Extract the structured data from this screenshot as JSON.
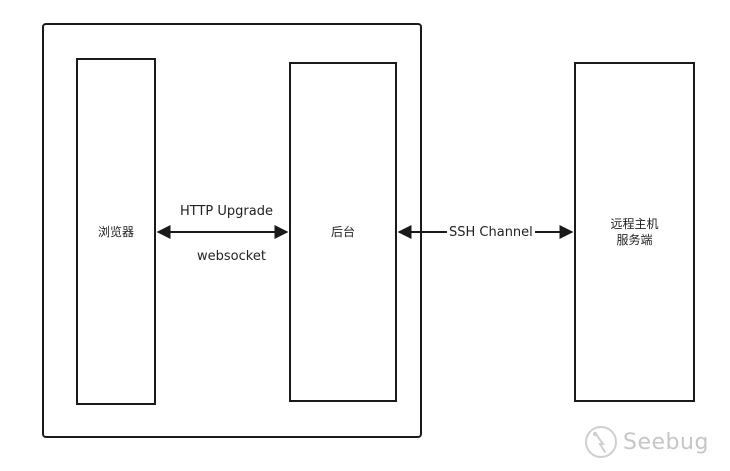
{
  "nodes": {
    "browser": {
      "label": "浏览器"
    },
    "backend": {
      "label": "后台"
    },
    "remote": {
      "label_line1": "远程主机",
      "label_line2": "服务端"
    }
  },
  "edges": {
    "browser_backend": {
      "label_top": "HTTP Upgrade",
      "label_bottom": "websocket"
    },
    "backend_remote": {
      "label": "SSH Channel"
    }
  },
  "watermark": {
    "text": "Seebug"
  }
}
